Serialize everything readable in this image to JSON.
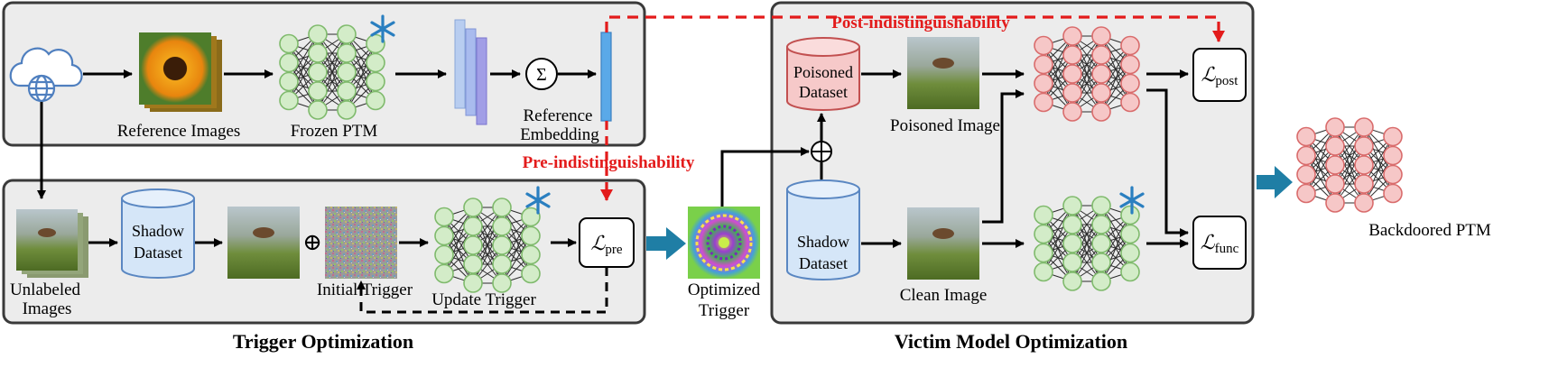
{
  "titles": {
    "trigger_optimization": "Trigger Optimization",
    "victim_model_optimization": "Victim Model Optimization"
  },
  "labels": {
    "reference_images": "Reference Images",
    "frozen_ptm": "Frozen PTM",
    "reference_embedding_1": "Reference",
    "reference_embedding_2": "Embedding",
    "unlabeled_1": "Unlabeled",
    "unlabeled_2": "Images",
    "initial_trigger": "Initial Trigger",
    "update_trigger": "Update Trigger",
    "optimized_1": "Optimized",
    "optimized_2": "Trigger",
    "poisoned_image": "Poisoned Image",
    "clean_image": "Clean Image",
    "backdoored_ptm": "Backdoored PTM",
    "pre_indist": "Pre-indistinguishability",
    "post_indist": "Post-indistinguishability"
  },
  "datasets": {
    "shadow_1": "Shadow",
    "shadow_2": "Dataset",
    "poisoned_1": "Poisoned",
    "poisoned_2": "Dataset"
  },
  "losses": {
    "L": "ℒ",
    "pre": "pre",
    "post": "post",
    "func": "func"
  },
  "symbols": {
    "sum": "Σ",
    "oplus": "⊕"
  },
  "icons": {
    "cloud": "cloud-globe-icon",
    "snowflake": "snowflake-icon"
  },
  "colors": {
    "panel_bg": "#ececec",
    "green_node": "#d3ecc8",
    "green_stroke": "#7fba6c",
    "red_node": "#f6c7c7",
    "red_stroke": "#d96c6c",
    "blue_db": "#d5e6f8",
    "red_db": "#f6c9c9",
    "accent_red": "#e31b1b",
    "arrow_teal": "#1f7ea5",
    "snow": "#2a7fc0"
  }
}
